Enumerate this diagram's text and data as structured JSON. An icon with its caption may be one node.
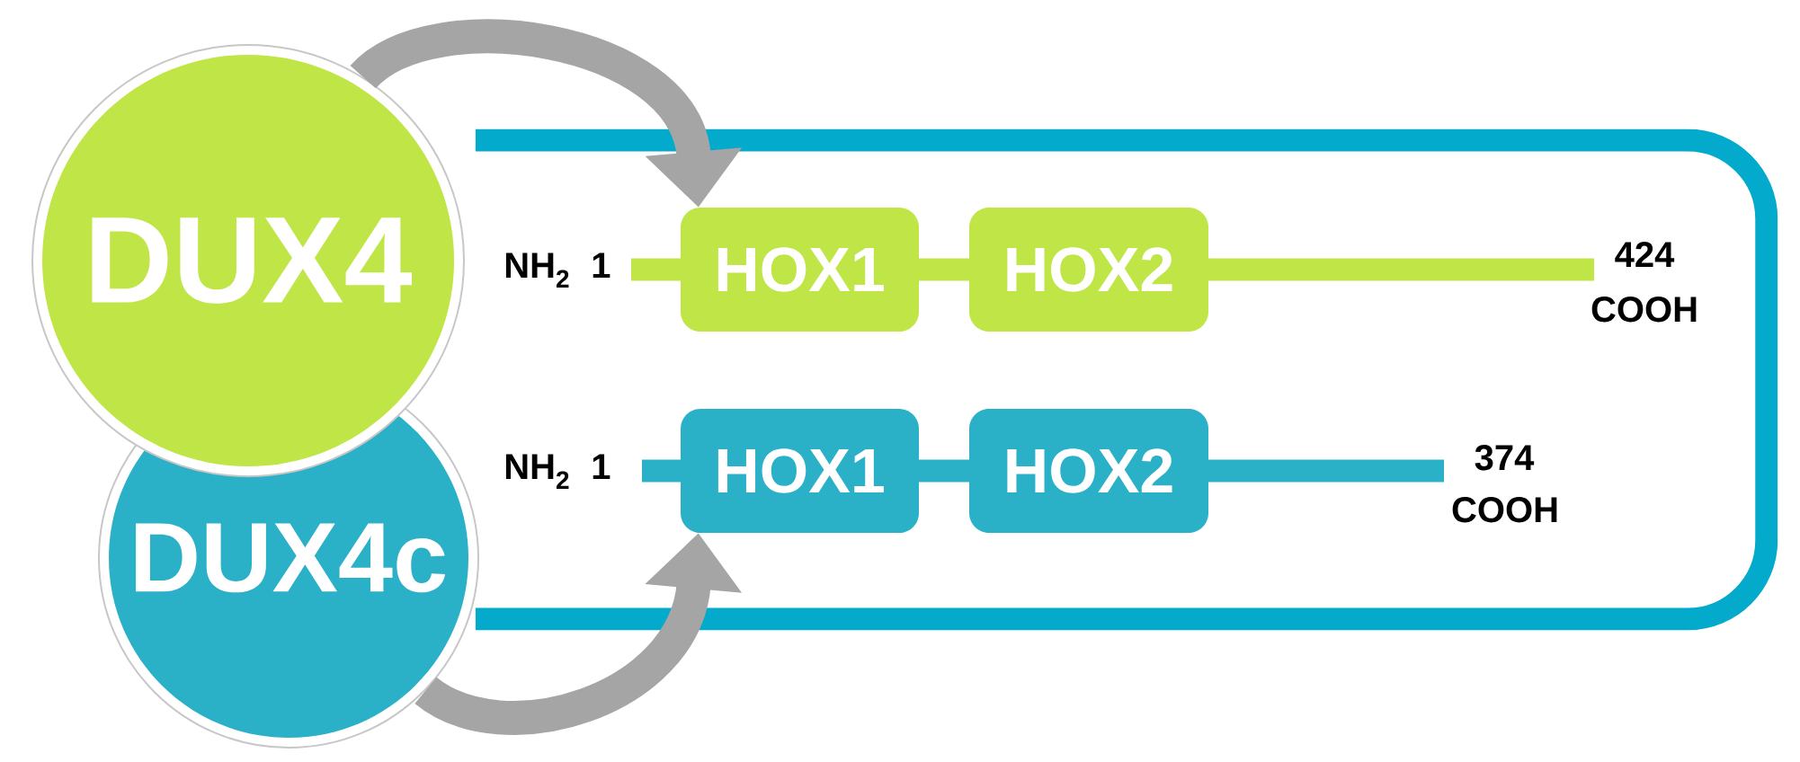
{
  "diagram": {
    "nodes": [
      {
        "text": [
          "DUX4"
        ]
      },
      {
        "text": [
          "DUX4c"
        ]
      },
      {
        "text": [],
        "shape": "box"
      },
      {
        "text": [
          "HOX1"
        ],
        "in": 2
      },
      {
        "text": [
          "HOX2"
        ],
        "in": 2
      },
      {
        "text": [
          "HOX1"
        ],
        "in": 2
      },
      {
        "text": [
          "HOX2"
        ],
        "in": 2
      }
    ],
    "edges": [
      {
        "from": 0,
        "to": 3,
        "arrow": "to"
      },
      {
        "from": 1,
        "to": 5,
        "arrow": "to"
      }
    ],
    "labels": [
      "NH$_{2}$",
      "1",
      "424",
      "COOH",
      "NH$_{2}$",
      "1",
      "374",
      "COOH"
    ]
  }
}
